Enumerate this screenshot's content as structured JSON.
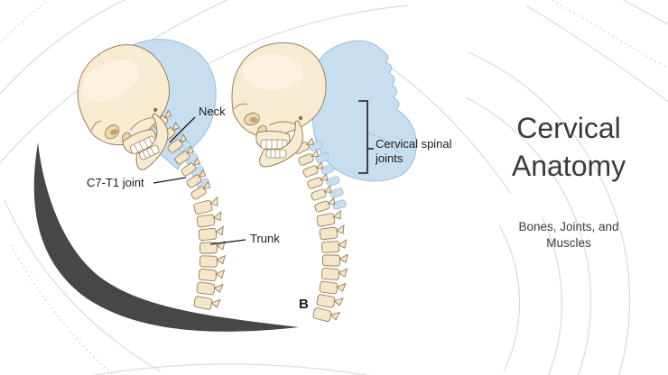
{
  "slide": {
    "title": "Cervical Anatomy",
    "subtitle": "Bones, Joints, and Muscles"
  },
  "figure": {
    "labels": {
      "neck": "Neck",
      "c7_t1_joint": "C7-T1 joint",
      "trunk": "Trunk",
      "cervical_spinal_joints": "Cervical spinal joints",
      "panel_letter": "B"
    }
  },
  "colors": {
    "background": "#ffffff",
    "swoosh_gray": "#474747",
    "arc_gray": "#dadada",
    "arc_dot_gray": "#c8c8c8",
    "skull_fill": "#f7ecd2",
    "skull_shadow": "#ecd8b0",
    "skull_outline": "#9a7e58",
    "vertebra_fill": "#f4e6c8",
    "ghost_blue_fill": "#c7def0",
    "ghost_blue_outline": "#96bddc",
    "title_text": "#3b3b3b",
    "label_text": "#1a1a1a"
  }
}
